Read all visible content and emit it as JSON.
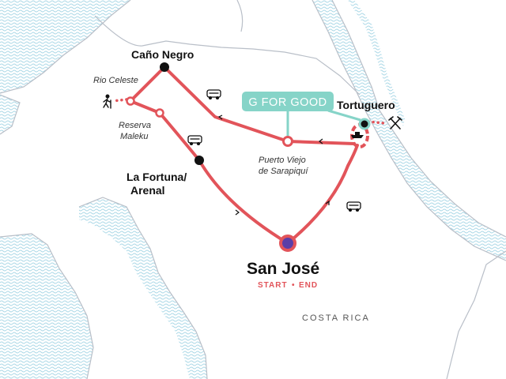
{
  "colors": {
    "route": "#e2545a",
    "dot_black": "#111111",
    "start_fill": "#5a3ea8",
    "start_ring": "#e2545a",
    "good_badge": "#86d4c8",
    "good_text": "#ffffff",
    "water": "#a9d7e6",
    "border": "#b9bfc8",
    "label_dark": "#111111",
    "label_italic": "#333333",
    "start_end": "#e2545a",
    "country": "#555555"
  },
  "stops": {
    "cano_negro": "Caño Negro",
    "rio_celeste": "Rio Celeste",
    "reserva_line1": "Reserva",
    "reserva_line2": "Maleku",
    "la_fortuna_line1": "La Fortuna/",
    "la_fortuna_line2": "Arenal",
    "puerto_line1": "Puerto Viejo",
    "puerto_line2": "de Sarapiquí",
    "tortuguero": "Tortuguero",
    "san_jose": "San José"
  },
  "badge": {
    "label": "G FOR GOOD"
  },
  "start_end": {
    "start": "START",
    "sep": "•",
    "end": "END"
  },
  "country": "COSTA RICA",
  "icons": [
    "hiking-icon",
    "bus-icon",
    "boat-icon",
    "crossed-tools-icon"
  ]
}
